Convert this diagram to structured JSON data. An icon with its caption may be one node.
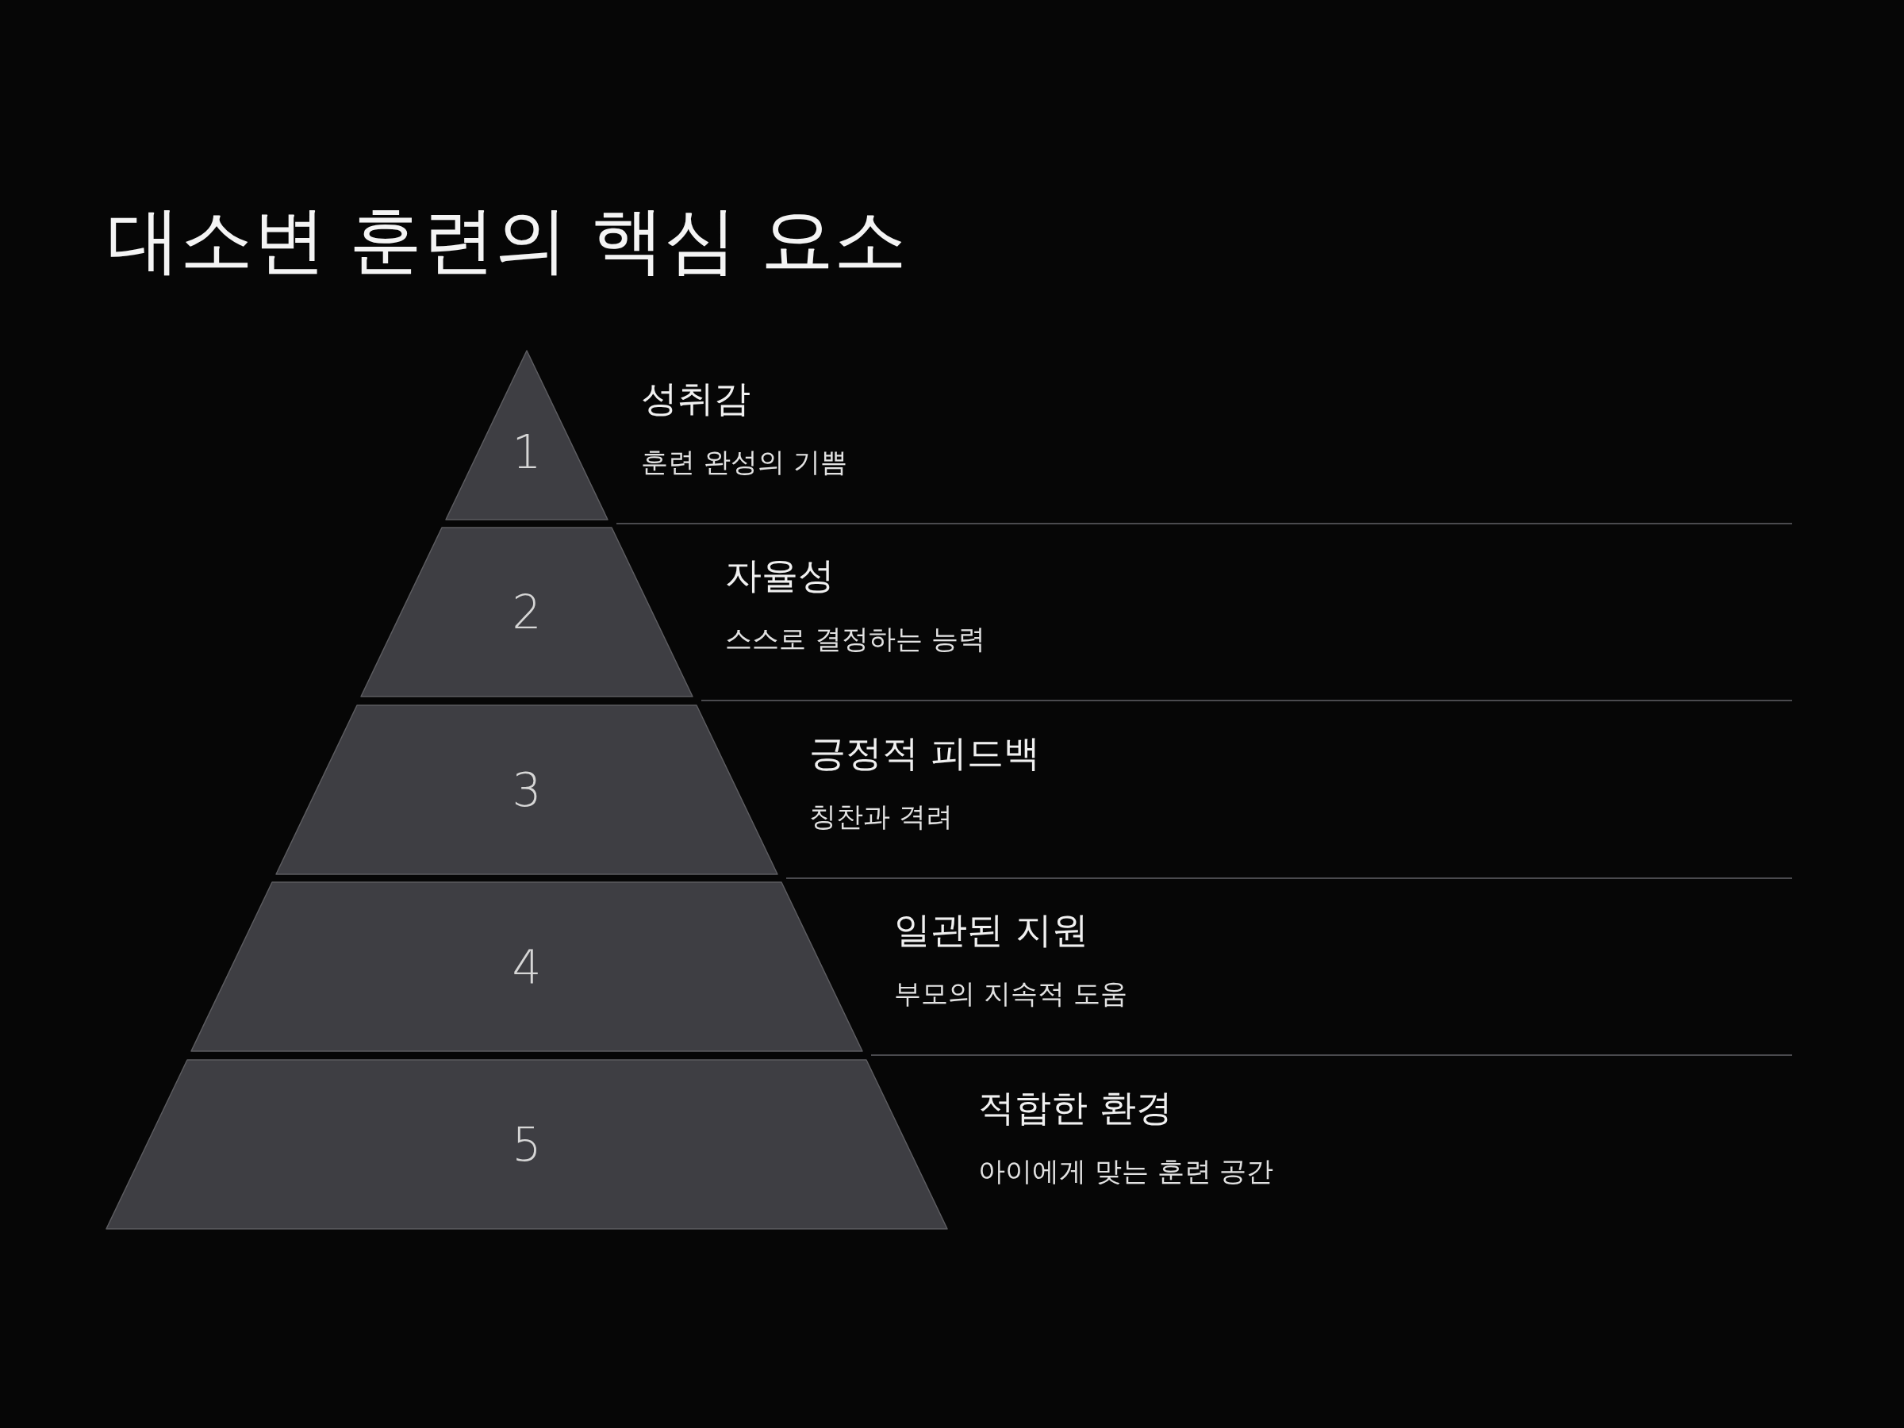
{
  "diagram": {
    "title": "대소변 훈련의 핵심 요소",
    "nodes": [
      {
        "text": [
          "1"
        ],
        "beside": [
          "성취감",
          "훈련 완성의 기쁨"
        ]
      },
      {
        "text": [
          "2"
        ],
        "beside": [
          "자율성",
          "스스로 결정하는 능력"
        ]
      },
      {
        "text": [
          "3"
        ],
        "beside": [
          "긍정적 피드백",
          "칭찬과 격려"
        ]
      },
      {
        "text": [
          "4"
        ],
        "beside": [
          "일관된 지원",
          "부모의 지속적 도움"
        ]
      },
      {
        "text": [
          "5"
        ],
        "beside": [
          "적합한 환경",
          "아이에게 맞는 훈련 공간"
        ]
      }
    ]
  }
}
